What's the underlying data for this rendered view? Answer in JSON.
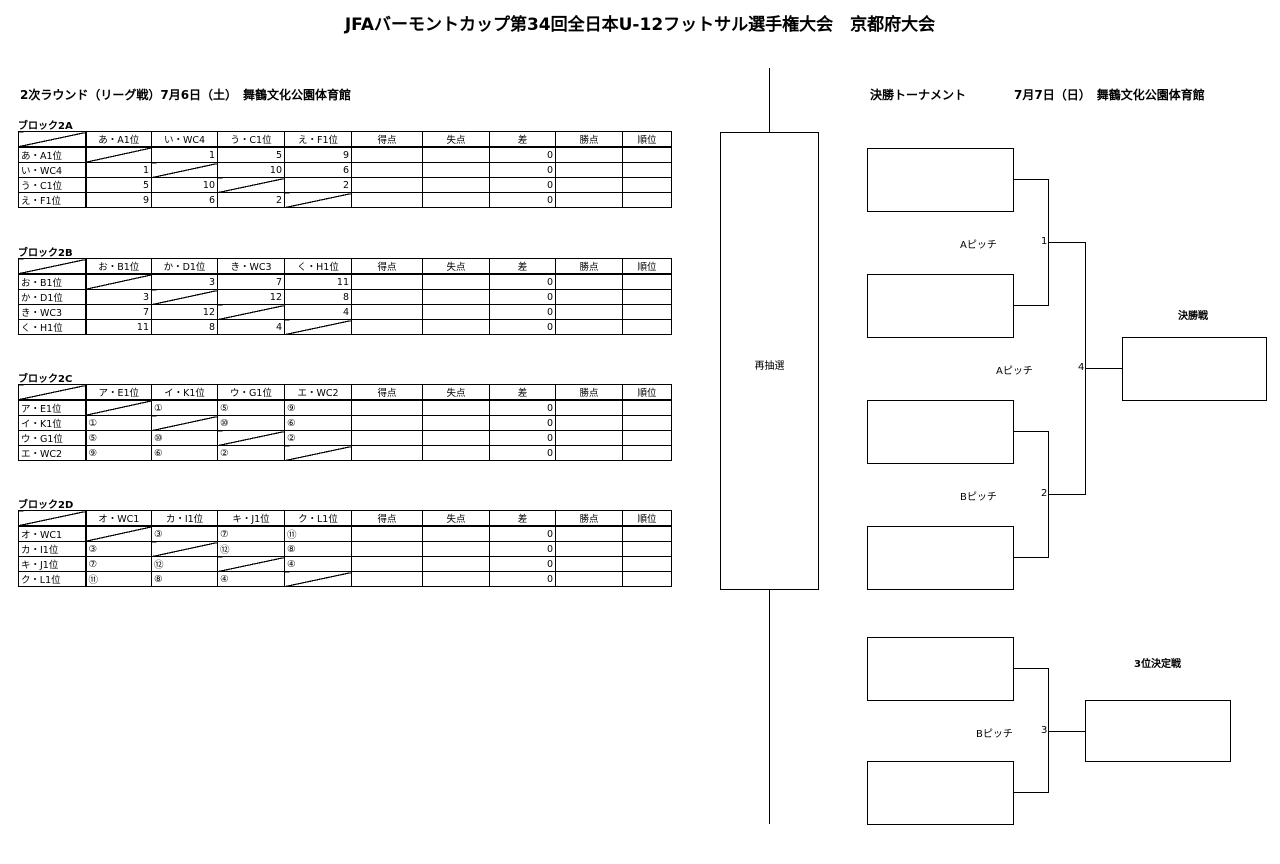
{
  "title": "JFAバーモントカップ第34回全日本U-12フットサル選手権大会　京都府大会",
  "left_header": "2次ラウンド（リーグ戦）7月6日（土）　舞鶴文化公園体育館",
  "right_header_a": "決勝トーナメント",
  "right_header_b": "7月7日（日）　舞鶴文化公園体育館",
  "middle_box": "再抽選",
  "stat_headers": [
    "得点",
    "失点",
    "差",
    "勝点",
    "順位"
  ],
  "blocks": [
    {
      "label": "ブロック2A",
      "teams": [
        "あ・A1位",
        "い・WC4",
        "う・C1位",
        "え・F1位"
      ],
      "cells": [
        [
          "",
          "1",
          "5",
          "9"
        ],
        [
          "1",
          "",
          "10",
          "6"
        ],
        [
          "5",
          "10",
          "",
          "2"
        ],
        [
          "9",
          "6",
          "2",
          ""
        ]
      ],
      "diff": [
        "0",
        "0",
        "0",
        "0"
      ]
    },
    {
      "label": "ブロック2B",
      "teams": [
        "お・B1位",
        "か・D1位",
        "き・WC3",
        "く・H1位"
      ],
      "cells": [
        [
          "",
          "3",
          "7",
          "11"
        ],
        [
          "3",
          "",
          "12",
          "8"
        ],
        [
          "7",
          "12",
          "",
          "4"
        ],
        [
          "11",
          "8",
          "4",
          ""
        ]
      ],
      "diff": [
        "0",
        "0",
        "0",
        "0"
      ]
    },
    {
      "label": "ブロック2C",
      "teams": [
        "ア・E1位",
        "イ・K1位",
        "ウ・G1位",
        "エ・WC2"
      ],
      "cells": [
        [
          "",
          "①",
          "⑤",
          "⑨"
        ],
        [
          "①",
          "",
          "⑩",
          "⑥"
        ],
        [
          "⑤",
          "⑩",
          "",
          "②"
        ],
        [
          "⑨",
          "⑥",
          "②",
          ""
        ]
      ],
      "diff": [
        "0",
        "0",
        "0",
        "0"
      ]
    },
    {
      "label": "ブロック2D",
      "teams": [
        "オ・WC1",
        "カ・I1位",
        "キ・J1位",
        "ク・L1位"
      ],
      "cells": [
        [
          "",
          "③",
          "⑦",
          "⑪"
        ],
        [
          "③",
          "",
          "⑫",
          "⑧"
        ],
        [
          "⑦",
          "⑫",
          "",
          "④"
        ],
        [
          "⑪",
          "⑧",
          "④",
          ""
        ]
      ],
      "diff": [
        "0",
        "0",
        "0",
        "0"
      ]
    }
  ],
  "bracket": {
    "pitch_1": "Aピッチ",
    "pitch_4": "Aピッチ",
    "pitch_2": "Bピッチ",
    "pitch_3": "Bピッチ",
    "match_1": "1",
    "match_2": "2",
    "match_3": "3",
    "match_4": "4",
    "final_label": "決勝戦",
    "third_label": "3位決定戦"
  }
}
